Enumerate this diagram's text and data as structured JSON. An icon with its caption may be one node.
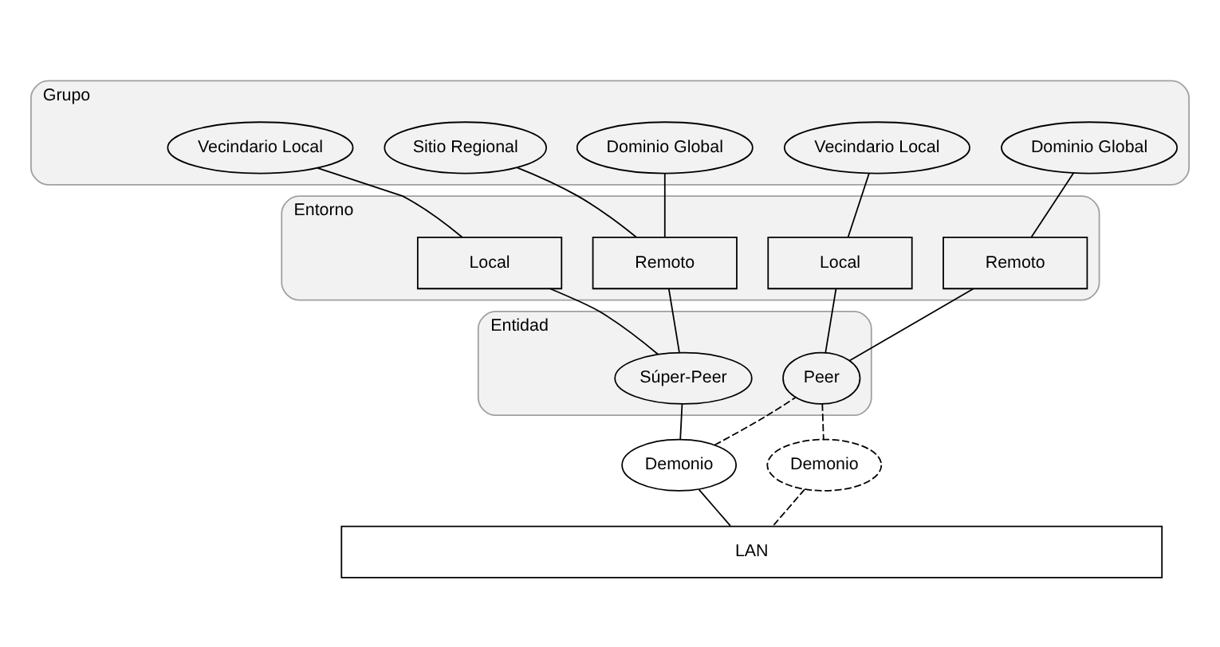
{
  "diagram": {
    "nodes": [
      {
        "text": [
          "Grupo"
        ]
      },
      {
        "text": [
          "Vecindario Local"
        ],
        "in": 0
      },
      {
        "text": [
          "Sitio Regional"
        ],
        "in": 0
      },
      {
        "text": [
          "Dominio Global"
        ],
        "in": 0
      },
      {
        "text": [
          "Vecindario Local"
        ],
        "in": 0
      },
      {
        "text": [
          "Dominio Global"
        ],
        "in": 0
      },
      {
        "text": [
          "Entorno"
        ]
      },
      {
        "text": [
          "Local"
        ],
        "in": 6
      },
      {
        "text": [
          "Remoto"
        ],
        "in": 6
      },
      {
        "text": [
          "Local"
        ],
        "in": 6
      },
      {
        "text": [
          "Remoto"
        ],
        "in": 6
      },
      {
        "text": [
          "Entidad"
        ]
      },
      {
        "text": [
          "Súper-Peer"
        ],
        "in": 11
      },
      {
        "text": [
          "Peer"
        ],
        "in": 11
      },
      {
        "text": [
          "Demonio"
        ]
      },
      {
        "text": [
          "Demonio"
        ]
      },
      {
        "text": [
          "LAN"
        ]
      }
    ],
    "edges": [
      {
        "from": 1,
        "to": 7,
        "arrow": "none"
      },
      {
        "from": 2,
        "to": 8,
        "arrow": "none"
      },
      {
        "from": 3,
        "to": 8,
        "arrow": "none"
      },
      {
        "from": 4,
        "to": 9,
        "arrow": "none"
      },
      {
        "from": 5,
        "to": 10,
        "arrow": "none"
      },
      {
        "from": 7,
        "to": 12,
        "arrow": "none"
      },
      {
        "from": 8,
        "to": 12,
        "arrow": "none"
      },
      {
        "from": 9,
        "to": 13,
        "arrow": "none"
      },
      {
        "from": 10,
        "to": 13,
        "arrow": "none"
      },
      {
        "from": 12,
        "to": 14,
        "arrow": "none"
      },
      {
        "from": 14,
        "to": 16,
        "arrow": "none"
      },
      {
        "from": 14,
        "to": 13,
        "arrow": "none",
        "style": "dashed"
      },
      {
        "from": 13,
        "to": 15,
        "arrow": "none",
        "style": "dashed"
      },
      {
        "from": 15,
        "to": 16,
        "arrow": "none",
        "style": "dashed"
      }
    ]
  }
}
